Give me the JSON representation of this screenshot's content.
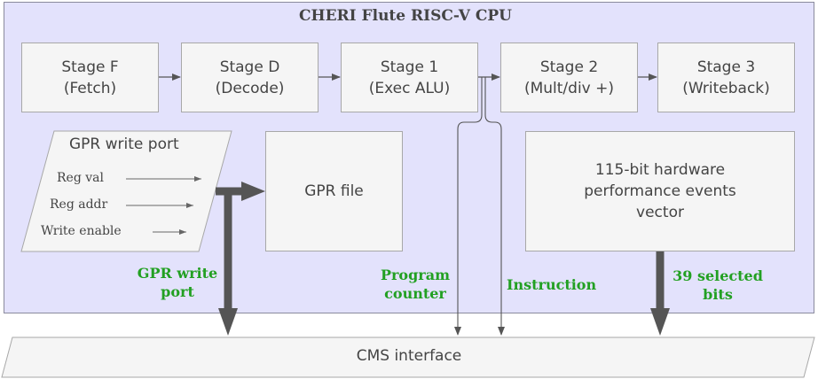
{
  "cpu": {
    "title": "CHERI Flute RISC-V CPU"
  },
  "stages": [
    {
      "name": "Stage F",
      "desc": "(Fetch)"
    },
    {
      "name": "Stage D",
      "desc": "(Decode)"
    },
    {
      "name": "Stage 1",
      "desc": "(Exec ALU)"
    },
    {
      "name": "Stage 2",
      "desc": "(Mult/div +)"
    },
    {
      "name": "Stage 3",
      "desc": "(Writeback)"
    }
  ],
  "gpr_write_port": {
    "title": "GPR write port",
    "signals": [
      "Reg val",
      "Reg addr",
      "Write enable"
    ]
  },
  "gpr_file": {
    "label": "GPR file"
  },
  "perf_events": {
    "label": "115-bit hardware performance events vector"
  },
  "signals": {
    "gpr_write_port": "GPR write port",
    "program_counter": "Program counter",
    "instruction": "Instruction",
    "selected_bits": "39 selected bits"
  },
  "cms": {
    "label": "CMS interface"
  },
  "colors": {
    "cpu_bg": "#e3e2fc",
    "box_bg": "#f5f5f5",
    "label_green": "#22a022",
    "arrow": "#555555"
  }
}
